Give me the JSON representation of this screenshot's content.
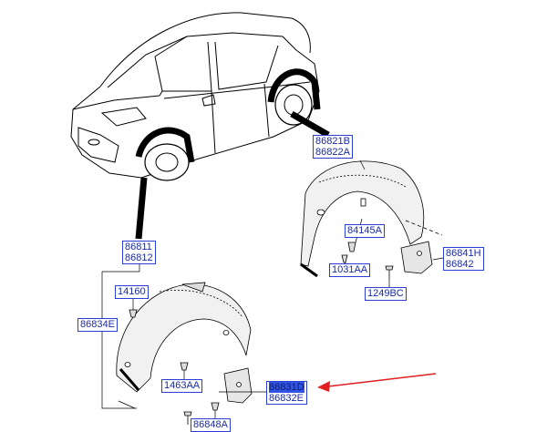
{
  "callouts": {
    "rear_liner": [
      "86821B",
      "86822A"
    ],
    "rear_clip": "84145A",
    "rear_screw": "1031AA",
    "rear_mudguard": [
      "86841H",
      "86842"
    ],
    "rear_bolt": "1249BC",
    "front_liner": [
      "86811",
      "86812"
    ],
    "front_clip": "14160",
    "front_part": "86834E",
    "front_screw": "1463AA",
    "front_mudguard": [
      "86831D",
      "86832E"
    ],
    "front_bolt": "86848A"
  },
  "colors": {
    "label_border": "#2a3fd6",
    "label_text": "#1a2aa8",
    "highlight": "#2f55e6",
    "arrow": "#e02020",
    "line": "#000000"
  },
  "icons": [
    "car-body-icon",
    "rear-wheel-liner-icon",
    "front-wheel-liner-icon",
    "mudguard-icon",
    "screw-icon",
    "clip-icon"
  ]
}
